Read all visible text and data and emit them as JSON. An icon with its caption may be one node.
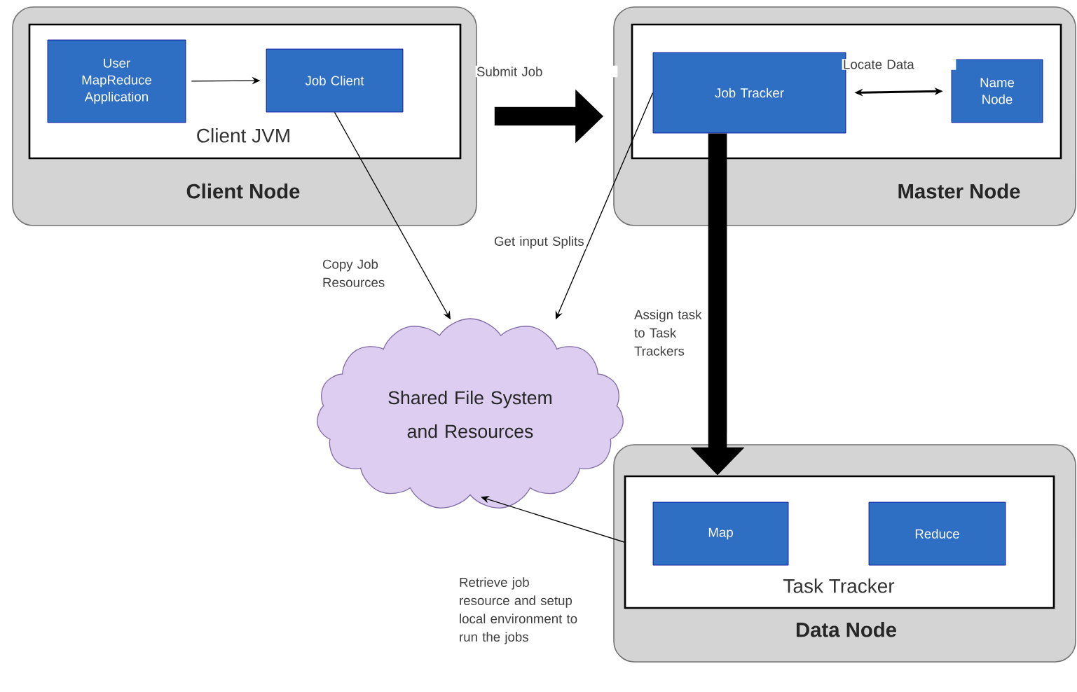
{
  "diagram": {
    "nodes": [
      {
        "text": [
          "Client Node"
        ]
      },
      {
        "text": [
          "Client JVM"
        ],
        "in": 0
      },
      {
        "text": [
          "User MapReduce Application"
        ],
        "in": 1
      },
      {
        "text": [
          "Job Client"
        ],
        "in": 1
      },
      {
        "text": [
          "Master Node"
        ]
      },
      {
        "text": [],
        "shape": "box",
        "in": 4
      },
      {
        "text": [
          "Job Tracker"
        ],
        "in": 5
      },
      {
        "text": [
          "Name Node"
        ],
        "in": 5
      },
      {
        "text": [
          "Shared File System and Resources"
        ]
      },
      {
        "text": [
          "Data Node"
        ]
      },
      {
        "text": [
          "Task Tracker"
        ],
        "in": 9
      },
      {
        "text": [
          "Map"
        ],
        "in": 10
      },
      {
        "text": [
          "Reduce"
        ],
        "in": 10
      }
    ],
    "edges": [
      {
        "from": 2,
        "to": 3,
        "arrow": "to"
      },
      {
        "from": 0,
        "to": 4,
        "arrow": "to",
        "label": "Submit Job",
        "style": "thick"
      },
      {
        "from": 6,
        "to": 7,
        "arrow": "both",
        "label": "Locate Data"
      },
      {
        "from": 3,
        "to": 8,
        "arrow": "to",
        "label": "Copy Job Resources"
      },
      {
        "from": 6,
        "to": 8,
        "arrow": "to",
        "label": "Get input Splits"
      },
      {
        "from": 6,
        "to": 10,
        "arrow": "to",
        "label": "Assign task to Task Trackers",
        "style": "thick"
      },
      {
        "from": 10,
        "to": 8,
        "arrow": "to",
        "label": "Retrieve job resource and setup local environment to run the jobs"
      }
    ]
  }
}
